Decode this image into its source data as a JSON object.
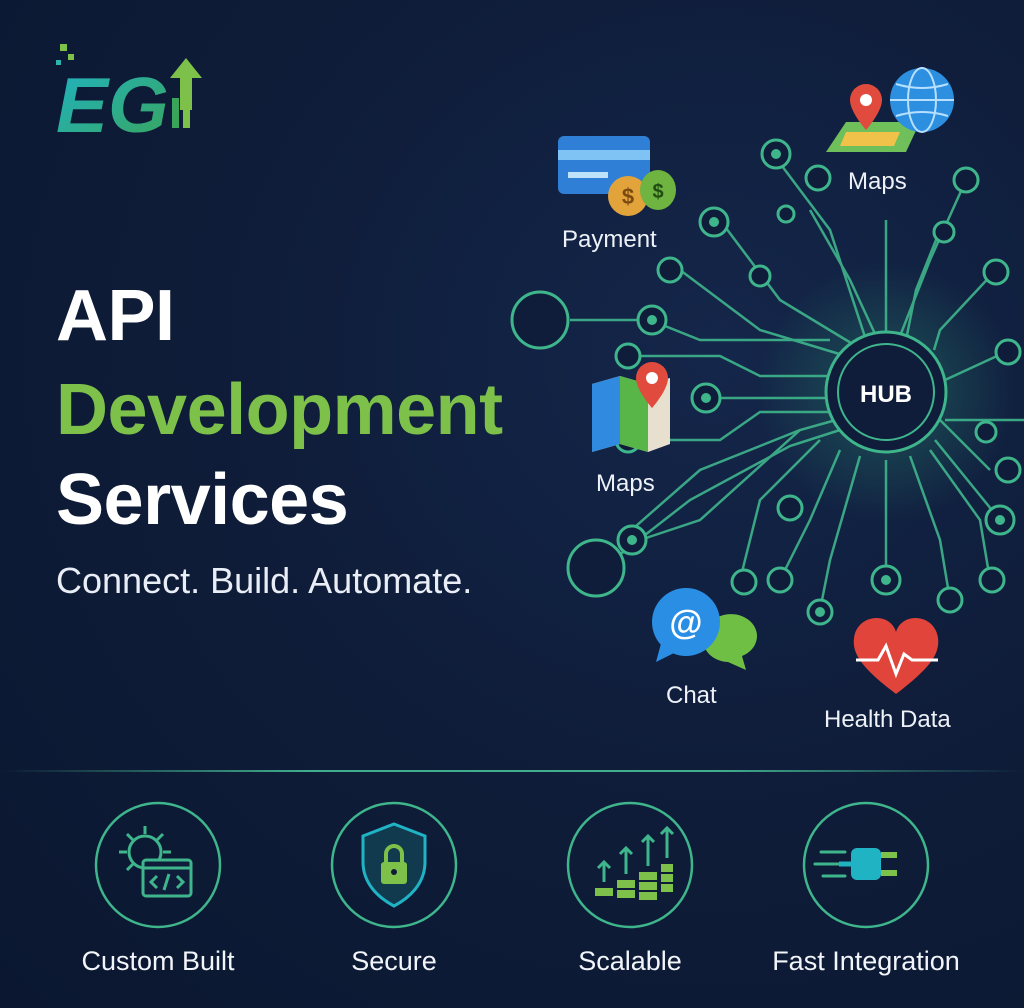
{
  "logo": {
    "text": "EG"
  },
  "headline": {
    "line1": "API",
    "line2": "Development",
    "line3": "Services",
    "tagline": "Connect. Build. Automate."
  },
  "hub": {
    "label": "HUB"
  },
  "services": {
    "payment": "Payment",
    "maps_top": "Maps",
    "maps_left": "Maps",
    "chat": "Chat",
    "health": "Health Data"
  },
  "features": [
    {
      "label": "Custom Built",
      "icon": "gear-code-icon"
    },
    {
      "label": "Secure",
      "icon": "shield-lock-icon"
    },
    {
      "label": "Scalable",
      "icon": "growth-bars-icon"
    },
    {
      "label": "Fast Integration",
      "icon": "plug-icon"
    }
  ],
  "colors": {
    "background": "#0f1d3a",
    "accent_green": "#7dc04a",
    "circuit": "#3fb58c",
    "teal": "#1fb3c4"
  }
}
